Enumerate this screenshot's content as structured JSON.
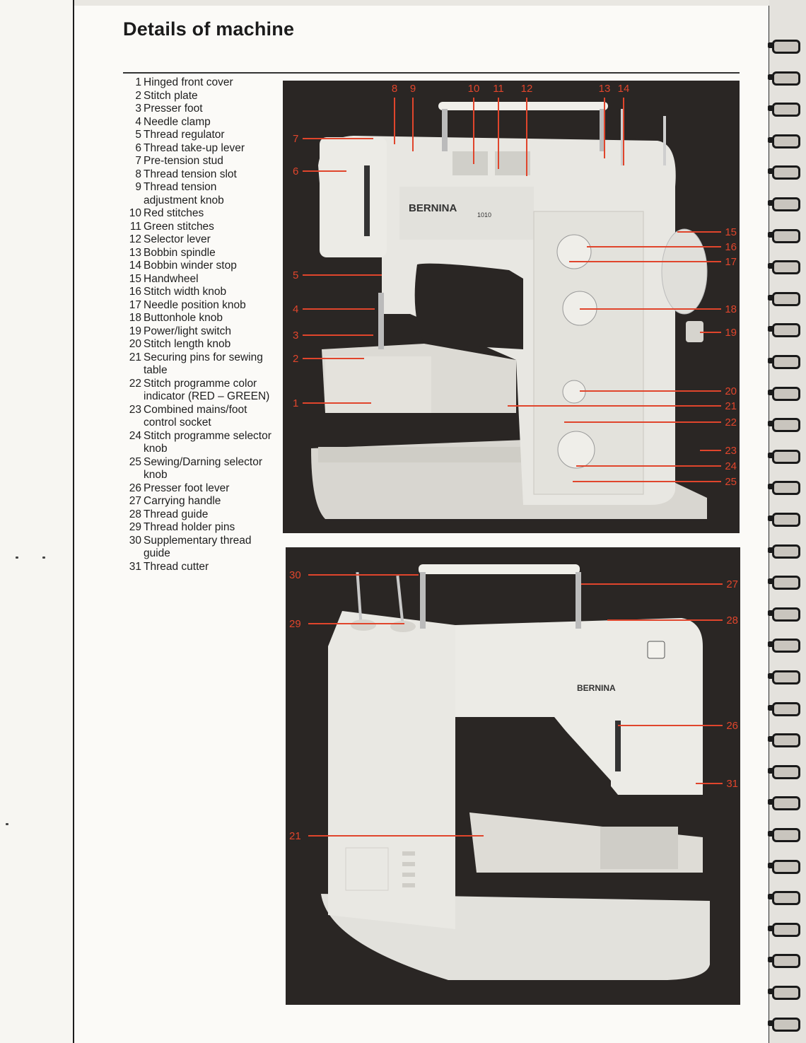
{
  "title": "Details of machine",
  "legend": [
    {
      "num": "1",
      "text": "Hinged front cover"
    },
    {
      "num": "2",
      "text": "Stitch plate"
    },
    {
      "num": "3",
      "text": "Presser foot"
    },
    {
      "num": "4",
      "text": "Needle clamp"
    },
    {
      "num": "5",
      "text": "Thread regulator"
    },
    {
      "num": "6",
      "text": "Thread take-up lever"
    },
    {
      "num": "7",
      "text": "Pre-tension stud"
    },
    {
      "num": "8",
      "text": "Thread tension slot"
    },
    {
      "num": "9",
      "text": "Thread tension adjustment knob"
    },
    {
      "num": "10",
      "text": "Red stitches"
    },
    {
      "num": "11",
      "text": "Green stitches"
    },
    {
      "num": "12",
      "text": "Selector lever"
    },
    {
      "num": "13",
      "text": "Bobbin spindle"
    },
    {
      "num": "14",
      "text": "Bobbin winder stop"
    },
    {
      "num": "15",
      "text": "Handwheel"
    },
    {
      "num": "16",
      "text": "Stitch width knob"
    },
    {
      "num": "17",
      "text": "Needle position knob"
    },
    {
      "num": "18",
      "text": "Buttonhole knob"
    },
    {
      "num": "19",
      "text": "Power/light switch"
    },
    {
      "num": "20",
      "text": "Stitch length knob"
    },
    {
      "num": "21",
      "text": "Securing pins for sewing table"
    },
    {
      "num": "22",
      "text": "Stitch programme color indicator (RED – GREEN)"
    },
    {
      "num": "23",
      "text": "Combined mains/foot control socket"
    },
    {
      "num": "24",
      "text": "Stitch programme selector knob"
    },
    {
      "num": "25",
      "text": "Sewing/Darning selector knob"
    },
    {
      "num": "26",
      "text": "Presser foot lever"
    },
    {
      "num": "27",
      "text": "Carrying handle"
    },
    {
      "num": "28",
      "text": "Thread guide"
    },
    {
      "num": "29",
      "text": "Thread holder pins"
    },
    {
      "num": "30",
      "text": "Supplementary thread guide"
    },
    {
      "num": "31",
      "text": "Thread cutter"
    }
  ],
  "photo_front": {
    "brand": "BERNINA",
    "model": "1010",
    "callouts_top": [
      "8",
      "9",
      "10",
      "11",
      "12",
      "13",
      "14"
    ],
    "callouts_left": [
      "7",
      "6",
      "5",
      "4",
      "3",
      "2",
      "1"
    ],
    "callouts_right": [
      "15",
      "16",
      "17",
      "18",
      "19",
      "20",
      "21",
      "22",
      "23",
      "24",
      "25"
    ]
  },
  "photo_back": {
    "brand": "BERNINA",
    "callouts_left": [
      "30",
      "29",
      "21"
    ],
    "callouts_right": [
      "27",
      "28",
      "26",
      "31"
    ]
  },
  "colors": {
    "callout": "#e0452c",
    "photo_bg": "#2a2624",
    "machine": "#e8e7e2",
    "text": "#1e1e1e"
  }
}
